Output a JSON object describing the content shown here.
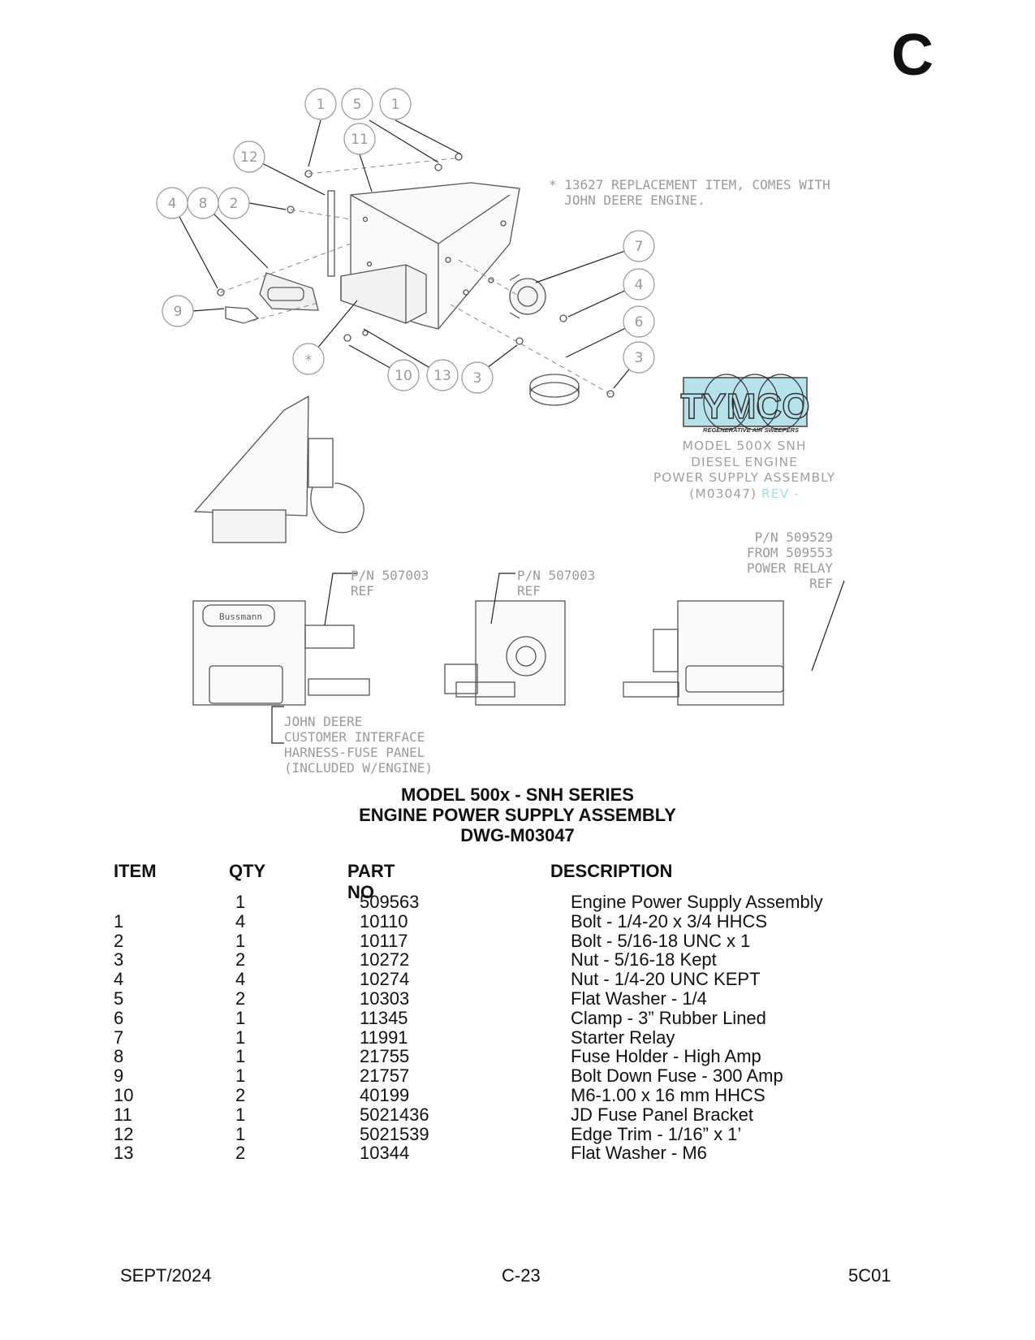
{
  "section_letter": "C",
  "drawing": {
    "callouts": [
      "1",
      "5",
      "1",
      "11",
      "12",
      "4",
      "8",
      "2",
      "9",
      "*",
      "10",
      "13",
      "3",
      "7",
      "4",
      "6",
      "3"
    ],
    "note_replacement": "* 13627 REPLACEMENT ITEM, COMES WITH\n  JOHN DEERE ENGINE.",
    "logo": {
      "brand": "TYMCO",
      "tagline": "REGENERATIVE AIR SWEEPERS",
      "line1": "MODEL 500X SNH",
      "line2": "DIESEL ENGINE",
      "line3": "POWER SUPPLY ASSEMBLY",
      "line4": "(M03047)",
      "rev": "REV -"
    },
    "ref1": "P/N 507003\nREF",
    "ref2": "P/N 507003\nREF",
    "relay_note": "P/N 509529\nFROM 509553\nPOWER RELAY\nREF",
    "harness_note": "JOHN DEERE\nCUSTOMER INTERFACE\nHARNESS-FUSE PANEL\n(INCLUDED W/ENGINE)",
    "bussmann": "Bussmann"
  },
  "title": {
    "line1": "MODEL 500x - SNH SERIES",
    "line2": "ENGINE POWER SUPPLY ASSEMBLY",
    "line3": "DWG-M03047"
  },
  "parts_table": {
    "headers": {
      "item": "ITEM",
      "qty": "QTY",
      "part": "PART NO",
      "desc": "DESCRIPTION"
    },
    "rows": [
      {
        "item": "",
        "qty": "1",
        "part": "509563",
        "desc": "Engine Power Supply Assembly"
      },
      {
        "item": "1",
        "qty": "4",
        "part": "10110",
        "desc": "Bolt - 1/4-20 x 3/4 HHCS"
      },
      {
        "item": "2",
        "qty": "1",
        "part": "10117",
        "desc": "Bolt - 5/16-18 UNC x 1"
      },
      {
        "item": "3",
        "qty": "2",
        "part": "10272",
        "desc": "Nut - 5/16-18 Kept"
      },
      {
        "item": "4",
        "qty": "4",
        "part": "10274",
        "desc": "Nut - 1/4-20 UNC KEPT"
      },
      {
        "item": "5",
        "qty": "2",
        "part": "10303",
        "desc": "Flat Washer - 1/4"
      },
      {
        "item": "6",
        "qty": "1",
        "part": "11345",
        "desc": "Clamp - 3” Rubber Lined"
      },
      {
        "item": "7",
        "qty": "1",
        "part": "11991",
        "desc": "Starter Relay"
      },
      {
        "item": "8",
        "qty": "1",
        "part": "21755",
        "desc": "Fuse Holder - High Amp"
      },
      {
        "item": "9",
        "qty": "1",
        "part": "21757",
        "desc": "Bolt Down Fuse - 300 Amp"
      },
      {
        "item": "10",
        "qty": "2",
        "part": "40199",
        "desc": "M6-1.00 x 16 mm HHCS"
      },
      {
        "item": "11",
        "qty": "1",
        "part": "5021436",
        "desc": "JD Fuse Panel Bracket"
      },
      {
        "item": "12",
        "qty": "1",
        "part": "5021539",
        "desc": "Edge Trim - 1/16” x 1’"
      },
      {
        "item": "13",
        "qty": "2",
        "part": "10344",
        "desc": "Flat Washer - M6"
      }
    ]
  },
  "footer": {
    "date": "SEPT/2024",
    "page": "C-23",
    "code": "5C01"
  }
}
